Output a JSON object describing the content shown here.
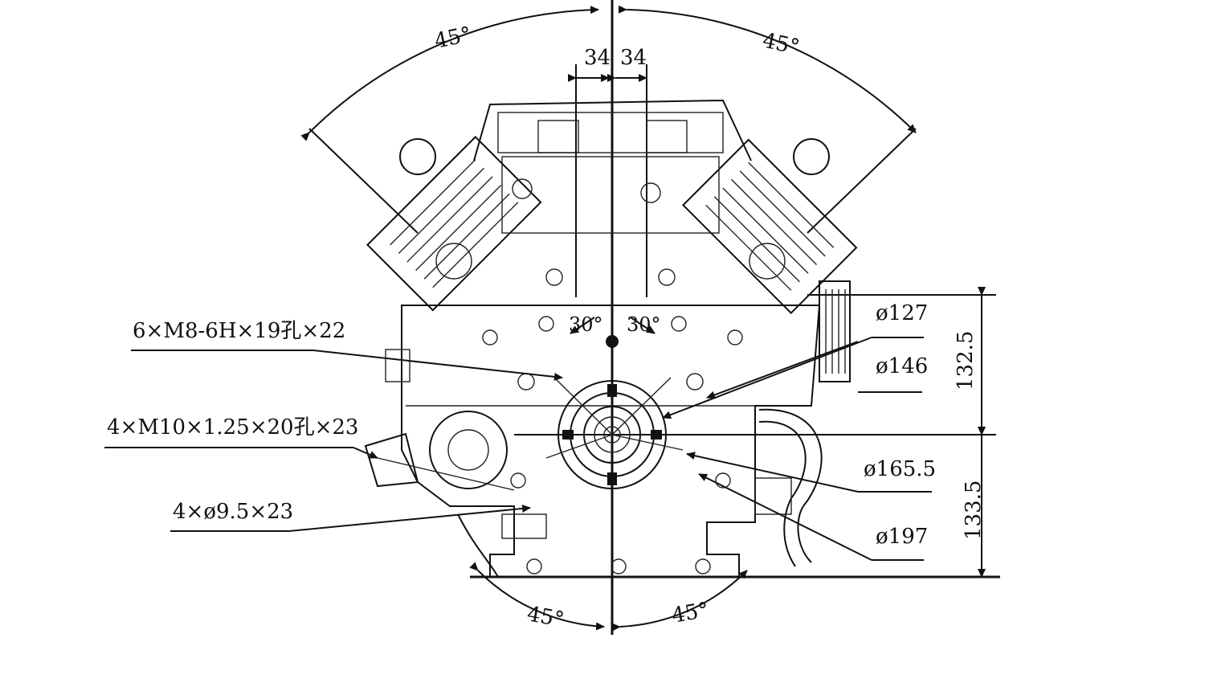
{
  "angles": {
    "top_left": "45°",
    "top_right": "45°",
    "bottom_left": "45°",
    "bottom_right": "45°",
    "inner_left": "30°",
    "inner_right": "30°"
  },
  "top_offsets": {
    "left": "34",
    "right": "34"
  },
  "callouts": {
    "thread_m8": "6×M8-6H×19孔×22",
    "thread_m10": "4×M10×1.25×20孔×23",
    "holes": "4×ø9.5×23"
  },
  "diameters": {
    "d127": "ø127",
    "d146": "ø146",
    "d165": "ø165.5",
    "d197": "ø197"
  },
  "heights": {
    "upper": "132.5",
    "lower": "133.5"
  }
}
